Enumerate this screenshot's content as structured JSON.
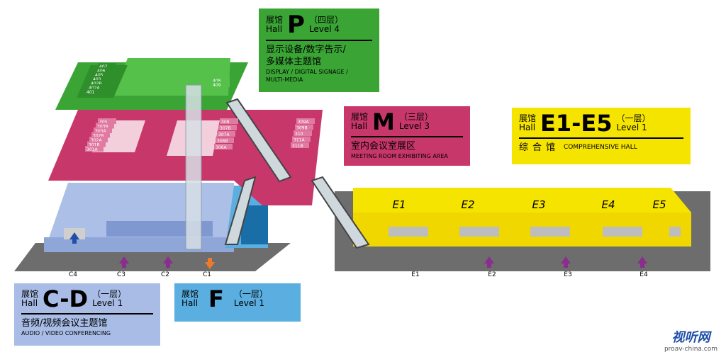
{
  "halls": {
    "P": {
      "cn_hall": "展馆",
      "hall": "Hall",
      "letter": "P",
      "level_cn": "（四层）",
      "level": "Level 4",
      "desc_cn_1": "显示设备/数字告示/",
      "desc_cn_2": "多媒体主题馆",
      "desc_en_1": "DISPLAY / DIGITAL SIGNAGE /",
      "desc_en_2": "MULTI-MEDIA",
      "color": "#3aa535"
    },
    "M": {
      "cn_hall": "展馆",
      "hall": "Hall",
      "letter": "M",
      "level_cn": "（三层）",
      "level": "Level 3",
      "desc_cn": "室内会议室展区",
      "desc_en": "MEETING ROOM EXHIBITING AREA",
      "color": "#c8376a"
    },
    "E": {
      "cn_hall": "展馆",
      "hall": "Hall",
      "letter": "E1-E5",
      "level_cn": "（一层）",
      "level": "Level 1",
      "desc_cn": "综合馆",
      "desc_en": "COMPREHENSIVE HALL",
      "color": "#f5e400"
    },
    "CD": {
      "cn_hall": "展馆",
      "hall": "Hall",
      "letter": "C-D",
      "level_cn": "（一层）",
      "level": "Level 1",
      "desc_cn": "音频/视频会议主题馆",
      "desc_en": "AUDIO / VIDEO CONFERENCING",
      "color": "#a8bce6"
    },
    "F": {
      "cn_hall": "展馆",
      "hall": "Hall",
      "letter": "F",
      "level_cn": "（一层）",
      "level": "Level 1",
      "color": "#5aaee0"
    }
  },
  "rooms_level4_left": [
    "407",
    "406",
    "405",
    "403",
    "402B",
    "402A",
    "401"
  ],
  "rooms_level4_right": [
    "408",
    "409"
  ],
  "rooms_level3_left": [
    "305",
    "303B",
    "303A",
    "302B",
    "302A",
    "301B",
    "301A"
  ],
  "rooms_level3_mid": [
    "308",
    "307B",
    "307A",
    "306B",
    "306A"
  ],
  "rooms_level3_right": [
    "309A",
    "309B",
    "310",
    "311A",
    "311B"
  ],
  "e_halls": [
    "E1",
    "E2",
    "E3",
    "E4",
    "E5"
  ],
  "entrances_cd": [
    "C4",
    "C3",
    "C2",
    "C1"
  ],
  "entrances_e": [
    "E1",
    "E2",
    "E3",
    "E4"
  ],
  "watermark": {
    "brand": "视听网",
    "url": "proav-china.com"
  },
  "colors": {
    "green": "#3aa535",
    "magenta": "#c8376a",
    "yellow": "#f5e400",
    "lightblue": "#a8bce6",
    "blue": "#5aaee0",
    "gray": "#6d6d6d",
    "arrow_purple": "#8a2d8f",
    "arrow_blue": "#1f4fa8",
    "arrow_orange": "#ee7b2b"
  }
}
